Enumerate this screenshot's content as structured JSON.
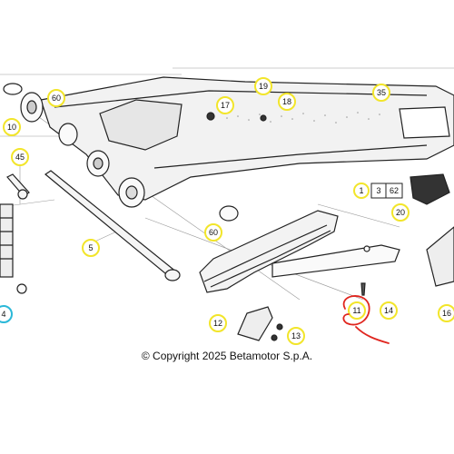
{
  "copyright": "© Copyright 2025 Betamotor S.p.A.",
  "callout_colors": {
    "yellow": "#f2e52a",
    "cyan": "#2bb8d8",
    "annotation": "#e0261f"
  },
  "callouts": {
    "c60a": "60",
    "c10": "10",
    "c45": "45",
    "c4": "4",
    "c5": "5",
    "c17": "17",
    "c19": "19",
    "c18": "18",
    "c35": "35",
    "c60b": "60",
    "c1": "1",
    "c3": "3",
    "c62": "62",
    "c20": "20",
    "c12": "12",
    "c13": "13",
    "c11": "11",
    "c14": "14",
    "c16": "16"
  }
}
